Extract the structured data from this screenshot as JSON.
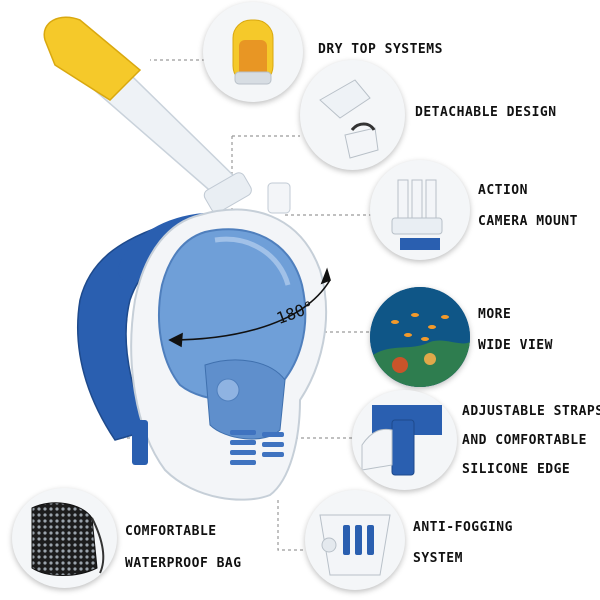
{
  "features": {
    "dry_top": {
      "label": "DRY TOP SYSTEMS"
    },
    "detachable": {
      "label": "DETACHABLE DESIGN"
    },
    "camera": {
      "line1": "ACTION",
      "line2": "CAMERA MOUNT"
    },
    "wide_view": {
      "line1": "MORE",
      "line2": "WIDE VIEW"
    },
    "straps": {
      "line1": "ADJUSTABLE STRAPS",
      "line2": "AND COMFORTABLE",
      "line3": "SILICONE EDGE"
    },
    "bag": {
      "line1": "COMFORTABLE",
      "line2": "WATERPROOF BAG"
    },
    "fogging": {
      "line1": "ANTI-FOGGING",
      "line2": "SYSTEM"
    }
  },
  "mask": {
    "view_angle": "180°"
  },
  "colors": {
    "strap_blue": "#2a5fb0",
    "lens_blue": "#6f9fd8",
    "frame_white": "#f3f5f8",
    "tube_yellow": "#f5c92a"
  }
}
